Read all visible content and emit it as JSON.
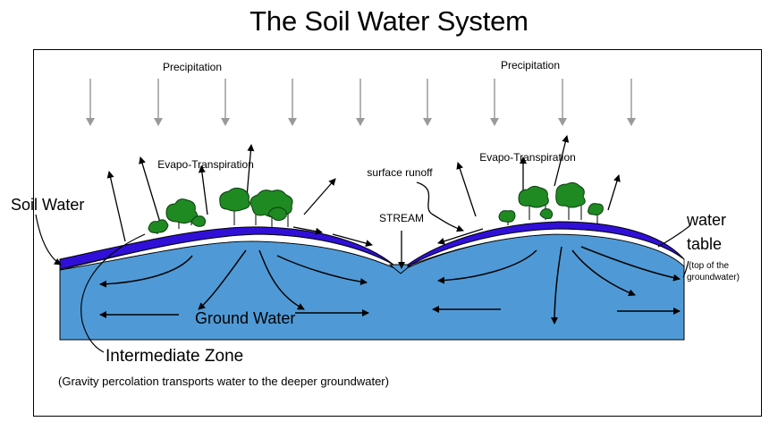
{
  "title": "The Soil Water System",
  "labels": {
    "precipitation_left": "Precipitation",
    "precipitation_right": "Precipitation",
    "evapo_left": "Evapo-Transpiration",
    "evapo_right": "Evapo-Transpiration",
    "surface_runoff": "surface runoff",
    "stream": "STREAM",
    "soil_water": "Soil Water",
    "water_table_1": "water",
    "water_table_2": "table",
    "water_table_note_1": "(top of the",
    "water_table_note_2": "groundwater)",
    "ground_water": "Ground Water",
    "intermediate_zone": "Intermediate Zone",
    "gravity_note": "(Gravity percolation transports water to the deeper groundwater)"
  },
  "colors": {
    "groundwater": "#4f9ad6",
    "soil_water_band": "#3010d8",
    "tree_foliage": "#1f8a22",
    "arrow_gray": "#9a9a9a",
    "line_black": "#000000"
  }
}
